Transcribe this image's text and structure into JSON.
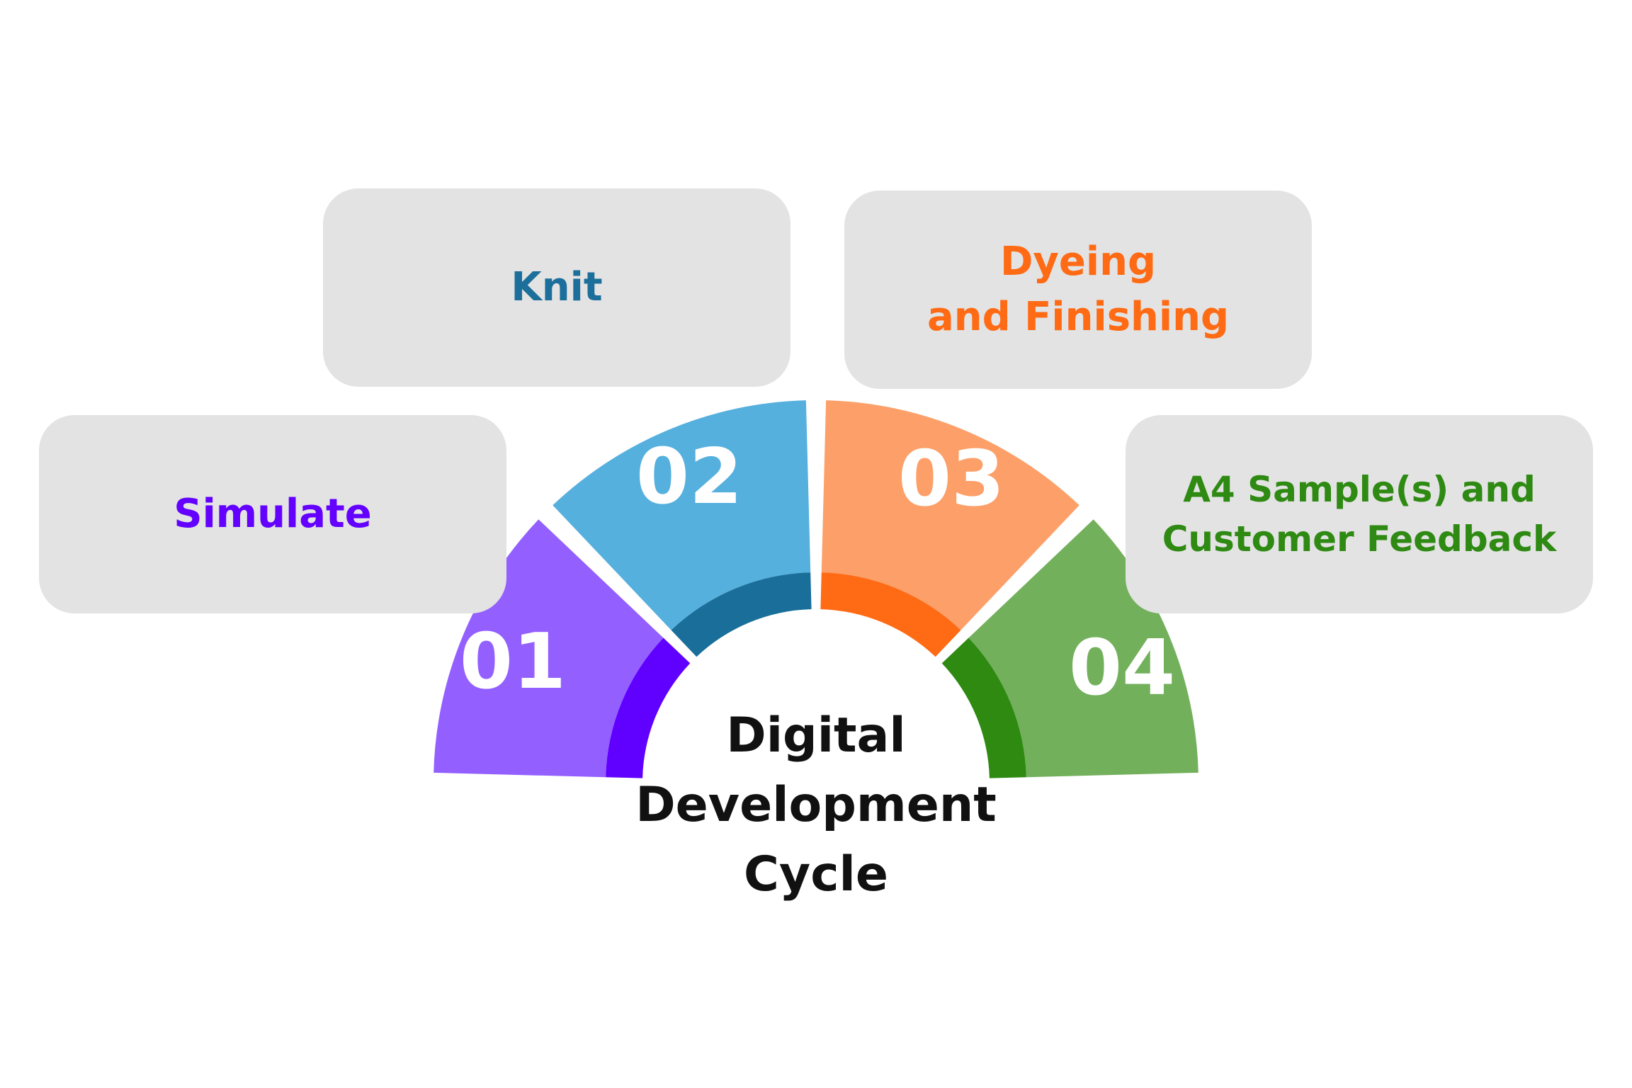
{
  "diagram": {
    "title_lines": [
      "Digital",
      "Development",
      "Cycle"
    ],
    "steps": [
      {
        "number": "01",
        "label_lines": [
          "Simulate"
        ],
        "text_color": "#6300ff",
        "outer_color": "#9360ff",
        "inner_color": "#6000ff"
      },
      {
        "number": "02",
        "label_lines": [
          "Knit"
        ],
        "text_color": "#1c6f9b",
        "outer_color": "#55b0de",
        "inner_color": "#1a6f9a"
      },
      {
        "number": "03",
        "label_lines": [
          "Dyeing",
          "and Finishing"
        ],
        "text_color": "#ff6a14",
        "outer_color": "#fd9f68",
        "inner_color": "#ff6a14"
      },
      {
        "number": "04",
        "label_lines": [
          "A4 Sample(s) and",
          "Customer Feedback"
        ],
        "text_color": "#2e8a12",
        "outer_color": "#73b05c",
        "inner_color": "#2e8a10"
      }
    ],
    "box_color": "#e3e3e3"
  }
}
